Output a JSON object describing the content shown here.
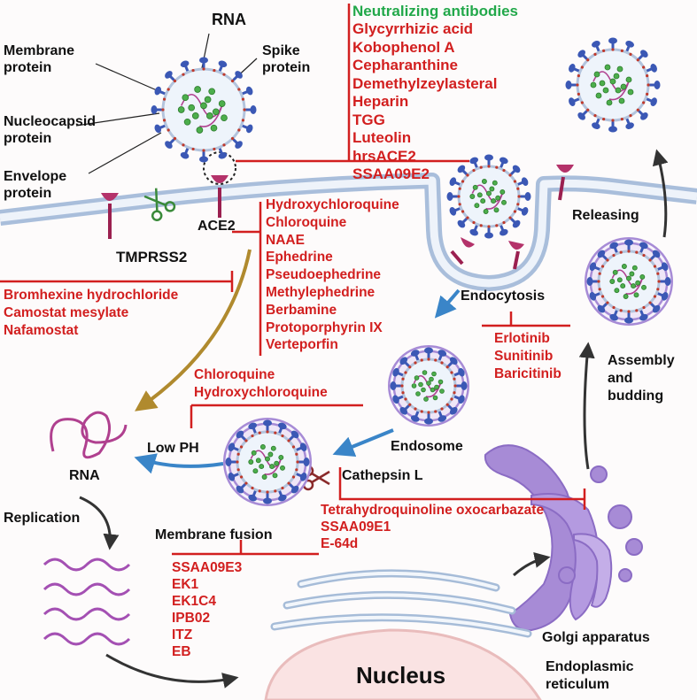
{
  "labels": {
    "rna_top": "RNA",
    "membrane_protein": "Membrane\nprotein",
    "spike_protein": "Spike\nprotein",
    "nucleocapsid_protein": "Nucleocapsid\nprotein",
    "envelope_protein": "Envelope\nprotein",
    "ace2": "ACE2",
    "tmprss2": "TMPRSS2",
    "releasing": "Releasing",
    "endocytosis": "Endocytosis",
    "assembly_budding": "Assembly\nand\nbudding",
    "endosome": "Endosome",
    "low_ph": "Low PH",
    "rna_left": "RNA",
    "replication": "Replication",
    "cathepsin_l": "Cathepsin L",
    "membrane_fusion": "Membrane fusion",
    "golgi": "Golgi apparatus",
    "er": "Endoplasmic\nreticulum",
    "nucleus": "Nucleus"
  },
  "inhibitors": {
    "neutralizing_title": "Neutralizing antibodies",
    "spike": [
      "Glycyrrhizic acid",
      "Kobophenol A",
      "Cepharanthine",
      "Demethylzeylasteral",
      "Heparin",
      "TGG",
      "Luteolin",
      "hrsACE2",
      "SSAA09E2"
    ],
    "ace2": [
      "Hydroxychloroquine",
      "Chloroquine",
      "NAAE",
      "Ephedrine",
      "Pseudoephedrine",
      "Methylephedrine",
      "Berbamine",
      "Protoporphyrin IX",
      "Verteporfin"
    ],
    "tmprss2": [
      "Bromhexine hydrochloride",
      "Camostat mesylate",
      "Nafamostat"
    ],
    "endocytosis": [
      "Erlotinib",
      "Sunitinib",
      "Baricitinib"
    ],
    "low_ph": [
      "Chloroquine",
      "Hydroxychloroquine"
    ],
    "cathepsin": [
      "Tetrahydroquinoline oxocarbazate",
      "SSAA09E1",
      "E-64d"
    ],
    "fusion": [
      "SSAA09E3",
      "EK1",
      "EK1C4",
      "IPB02",
      "ITZ",
      "EB"
    ]
  },
  "colors": {
    "inhibitor_red": "#d21f1f",
    "antibody_green": "#22a84a",
    "spike_blue": "#3b58b5",
    "organelle_purple": "#a78bd6",
    "membrane_blue": "#a9bedb"
  }
}
